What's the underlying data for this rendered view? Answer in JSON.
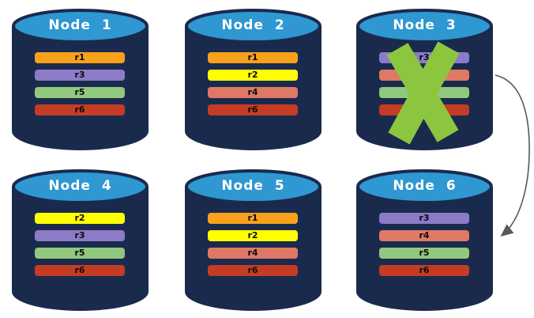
{
  "colors": {
    "background": "#ffffff",
    "cylinder_body": "#1A2A4D",
    "cylinder_top": "#2F97D1",
    "x_mark": "#8CC63F",
    "arrow": "#595959",
    "bar_text": "#0b0b0b",
    "title_text": "#ffffff"
  },
  "nodes": [
    {
      "label": "Node 1",
      "failed": false,
      "shards": [
        {
          "label": "r1",
          "color": "#F9A11B"
        },
        {
          "label": "r3",
          "color": "#8C7BC7"
        },
        {
          "label": "r5",
          "color": "#90C87D"
        },
        {
          "label": "r6",
          "color": "#C53C25"
        }
      ]
    },
    {
      "label": "Node 2",
      "failed": false,
      "shards": [
        {
          "label": "r1",
          "color": "#F9A11B"
        },
        {
          "label": "r2",
          "color": "#FFFF00"
        },
        {
          "label": "r4",
          "color": "#DF7965"
        },
        {
          "label": "r6",
          "color": "#C53C25"
        }
      ]
    },
    {
      "label": "Node 3",
      "failed": true,
      "shards": [
        {
          "label": "r3",
          "color": "#8C7BC7"
        },
        {
          "label": "r4",
          "color": "#DF7965"
        },
        {
          "label": "r5",
          "color": "#90C87D"
        },
        {
          "label": "r6",
          "color": "#C53C25"
        }
      ]
    },
    {
      "label": "Node 4",
      "failed": false,
      "shards": [
        {
          "label": "r2",
          "color": "#FFFF00"
        },
        {
          "label": "r3",
          "color": "#8C7BC7"
        },
        {
          "label": "r5",
          "color": "#90C87D"
        },
        {
          "label": "r6",
          "color": "#C53C25"
        }
      ]
    },
    {
      "label": "Node 5",
      "failed": false,
      "shards": [
        {
          "label": "r1",
          "color": "#F9A11B"
        },
        {
          "label": "r2",
          "color": "#FFFF00"
        },
        {
          "label": "r4",
          "color": "#DF7965"
        },
        {
          "label": "r6",
          "color": "#C53C25"
        }
      ]
    },
    {
      "label": "Node 6",
      "failed": false,
      "shards": [
        {
          "label": "r3",
          "color": "#8C7BC7"
        },
        {
          "label": "r4",
          "color": "#DF7965"
        },
        {
          "label": "r5",
          "color": "#90C87D"
        },
        {
          "label": "r6",
          "color": "#C53C25"
        }
      ]
    }
  ],
  "failure_mark": {
    "on": "Node 3"
  },
  "arrow": {
    "from": "Node 3",
    "to": "Node 6"
  }
}
